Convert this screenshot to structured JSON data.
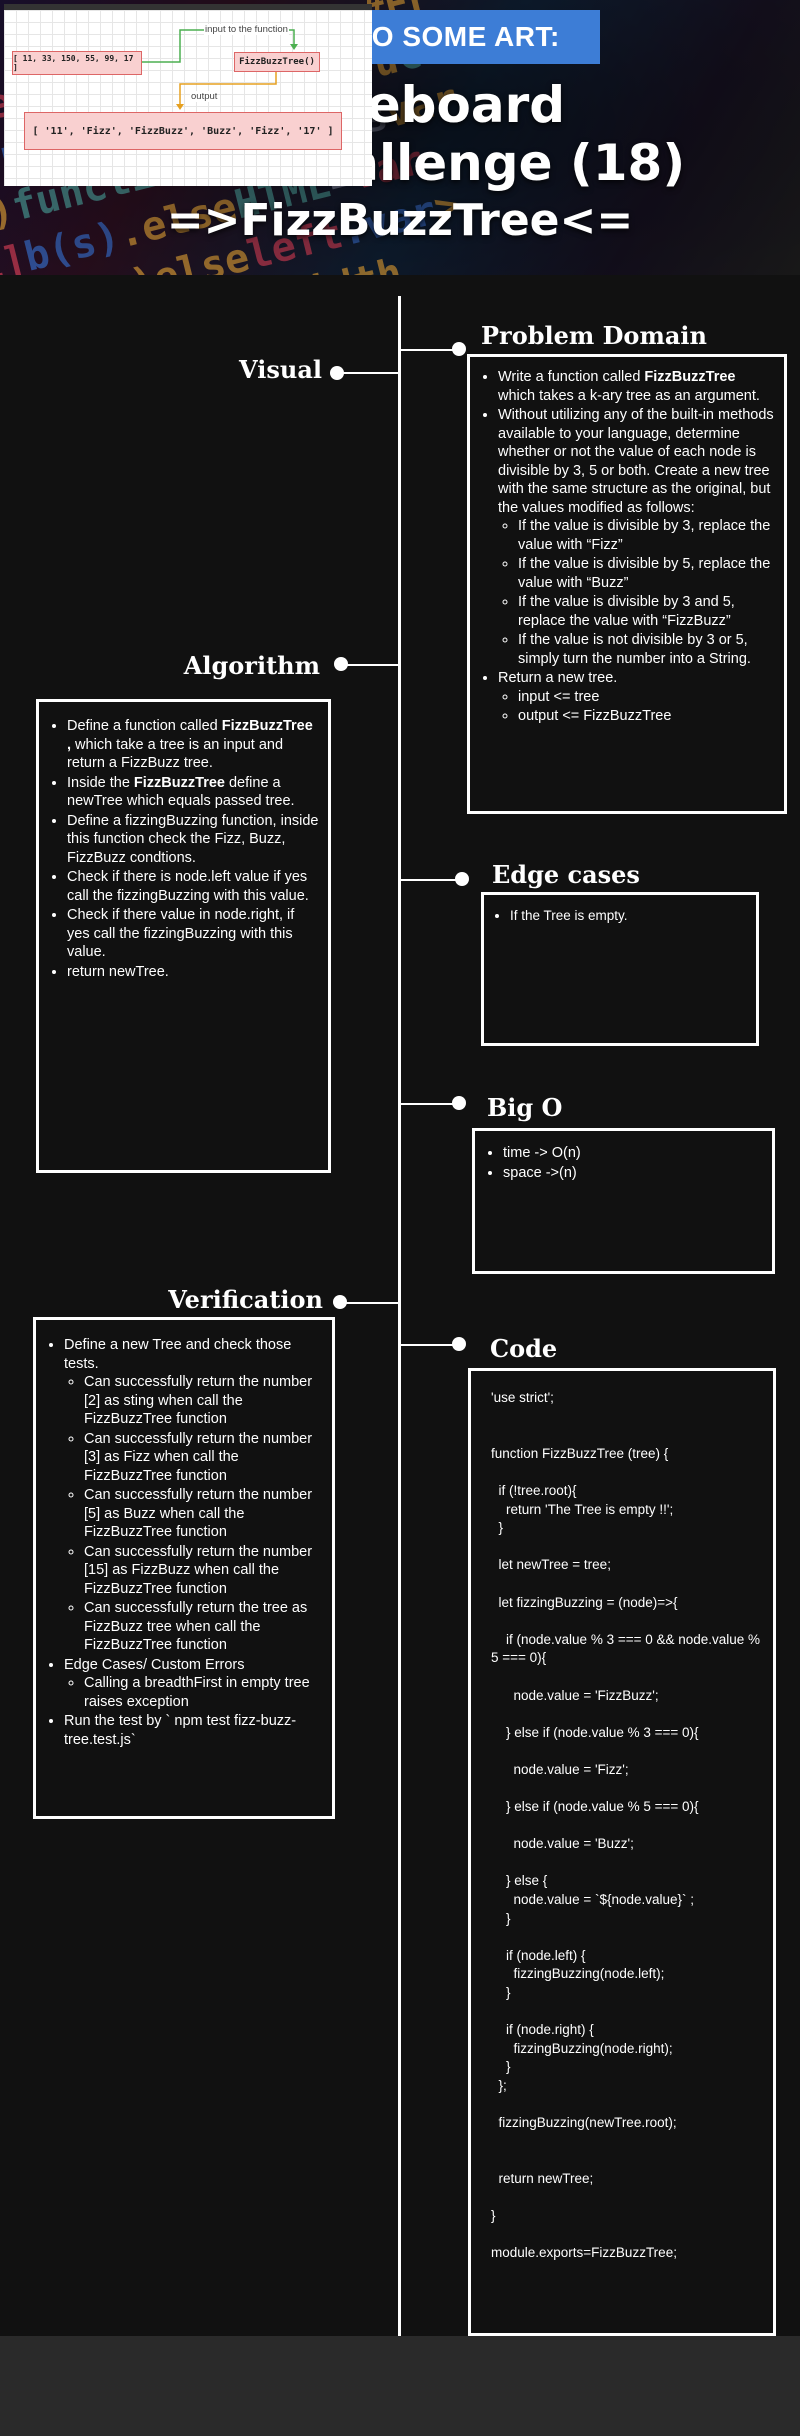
{
  "header": {
    "banner": "LET US DO SOME ART:",
    "title_line1": "Whiteboard",
    "title_line2": "Code Challenge (18)",
    "title_line3": "=>FizzBuzzTree<="
  },
  "sections": {
    "visual": {
      "heading": "Visual",
      "diagram": {
        "input_array": "[ 11, 33, 150, 55, 99, 17 ]",
        "function_box": "FizzBuzzTree()",
        "input_label": "input to the function",
        "output_label": "output",
        "output_array": "[ '11', 'Fizz', 'FizzBuzz', 'Buzz', 'Fizz', '17' ]"
      }
    },
    "problem_domain": {
      "heading": "Problem Domain",
      "item1_pre": "Write a function called ",
      "item1_bold": "FizzBuzzTree",
      "item1_post": " which takes a k-ary tree as an argument.",
      "item2": "Without utilizing any of the built-in methods available to your language, determine whether or not the value of each node is divisible by 3, 5 or both. Create a new tree with the same structure as the original, but the values modified as follows:",
      "sub_items": [
        "If the value is divisible by 3, replace the value with “Fizz”",
        "If the value is divisible by 5, replace the value with “Buzz”",
        "If the value is divisible by 3 and 5, replace the value with “FizzBuzz”",
        "If the value is not divisible by 3 or 5, simply turn the number into a String."
      ],
      "item3": "Return a new tree.",
      "io_items": [
        "input <= tree",
        "output <= FizzBuzzTree"
      ]
    },
    "algorithm": {
      "heading": "Algorithm",
      "item1_pre": "Define a function called ",
      "item1_bold": "FizzBuzzTree ,",
      "item1_post": " which take a tree is an input and return a FizzBuzz tree.",
      "item2_pre": "Inside the ",
      "item2_bold": "FizzBuzzTree",
      "item2_post": " define a newTree which equals passed tree.",
      "item3": "Define a fizzingBuzzing function, inside this function check the Fizz, Buzz, FizzBuzz condtions.",
      "item4": "Check if there is node.left value if yes call the fizzingBuzzing  with this value.",
      "item5": "Check if there value in node.right, if yes call the fizzingBuzzing  with this value.",
      "item6": "return  newTree."
    },
    "edge_cases": {
      "heading": "Edge cases",
      "items": [
        "If the Tree is empty."
      ]
    },
    "big_o": {
      "heading": "Big O",
      "items": [
        "time -> O(n)",
        "space ->(n)"
      ]
    },
    "verification": {
      "heading": "Verification",
      "item1": "Define a new Tree and check those tests.",
      "tests": [
        "Can successfully return the number [2] as sting when call the FizzBuzzTree function",
        " Can successfully return the number [3] as Fizz when call the FizzBuzzTree function",
        "Can successfully return the number [5] as Buzz when call the FizzBuzzTree function",
        "Can successfully return the number [15] as FizzBuzz when call the FizzBuzzTree function",
        "Can successfully return the tree as FizzBuzz tree when call the FizzBuzzTree function"
      ],
      "item2": "Edge Cases/ Custom Errors",
      "errors": [
        "Calling a breadthFirst in empty tree raises exception"
      ],
      "item3": "Run the test by ` npm test fizz-buzz-tree.test.js`"
    },
    "code": {
      "heading": "Code",
      "source": "'use strict';\n\n\nfunction FizzBuzzTree (tree) {\n\n  if (!tree.root){\n    return 'The Tree is empty !!';\n  }\n\n  let newTree = tree;\n\n  let fizzingBuzzing = (node)=>{\n\n    if (node.value % 3 === 0 && node.value % 5 === 0){\n\n      node.value = 'FizzBuzz';\n\n    } else if (node.value % 3 === 0){\n\n      node.value = 'Fizz';\n\n    } else if (node.value % 5 === 0){\n\n      node.value = 'Buzz';\n\n    } else {\n      node.value = `${node.value}` ;\n    }\n\n    if (node.left) {\n      fizzingBuzzing(node.left);\n    }\n\n    if (node.right) {\n      fizzingBuzzing(node.right);\n    }\n  };\n\n  fizzingBuzzing(newTree.root);\n\n\n  return newTree;\n\n}\n\nmodule.exports=FizzBuzzTree;"
    }
  }
}
